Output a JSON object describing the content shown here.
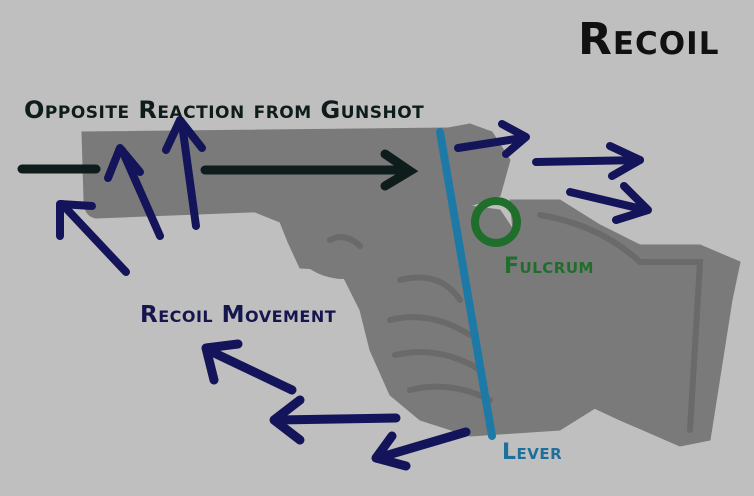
{
  "title": "Recoil",
  "labels": {
    "opposite_reaction": "Opposite Reaction from Gunshot",
    "recoil_movement": "Recoil Movement",
    "fulcrum": "Fulcrum",
    "lever": "Lever"
  },
  "colors": {
    "background": "#bfbfbf",
    "gun": "#7a7a7a",
    "arrows": "#14145a",
    "force_line": "#0f1c1c",
    "fulcrum": "#1f6e2c",
    "lever": "#1d7aa6"
  }
}
